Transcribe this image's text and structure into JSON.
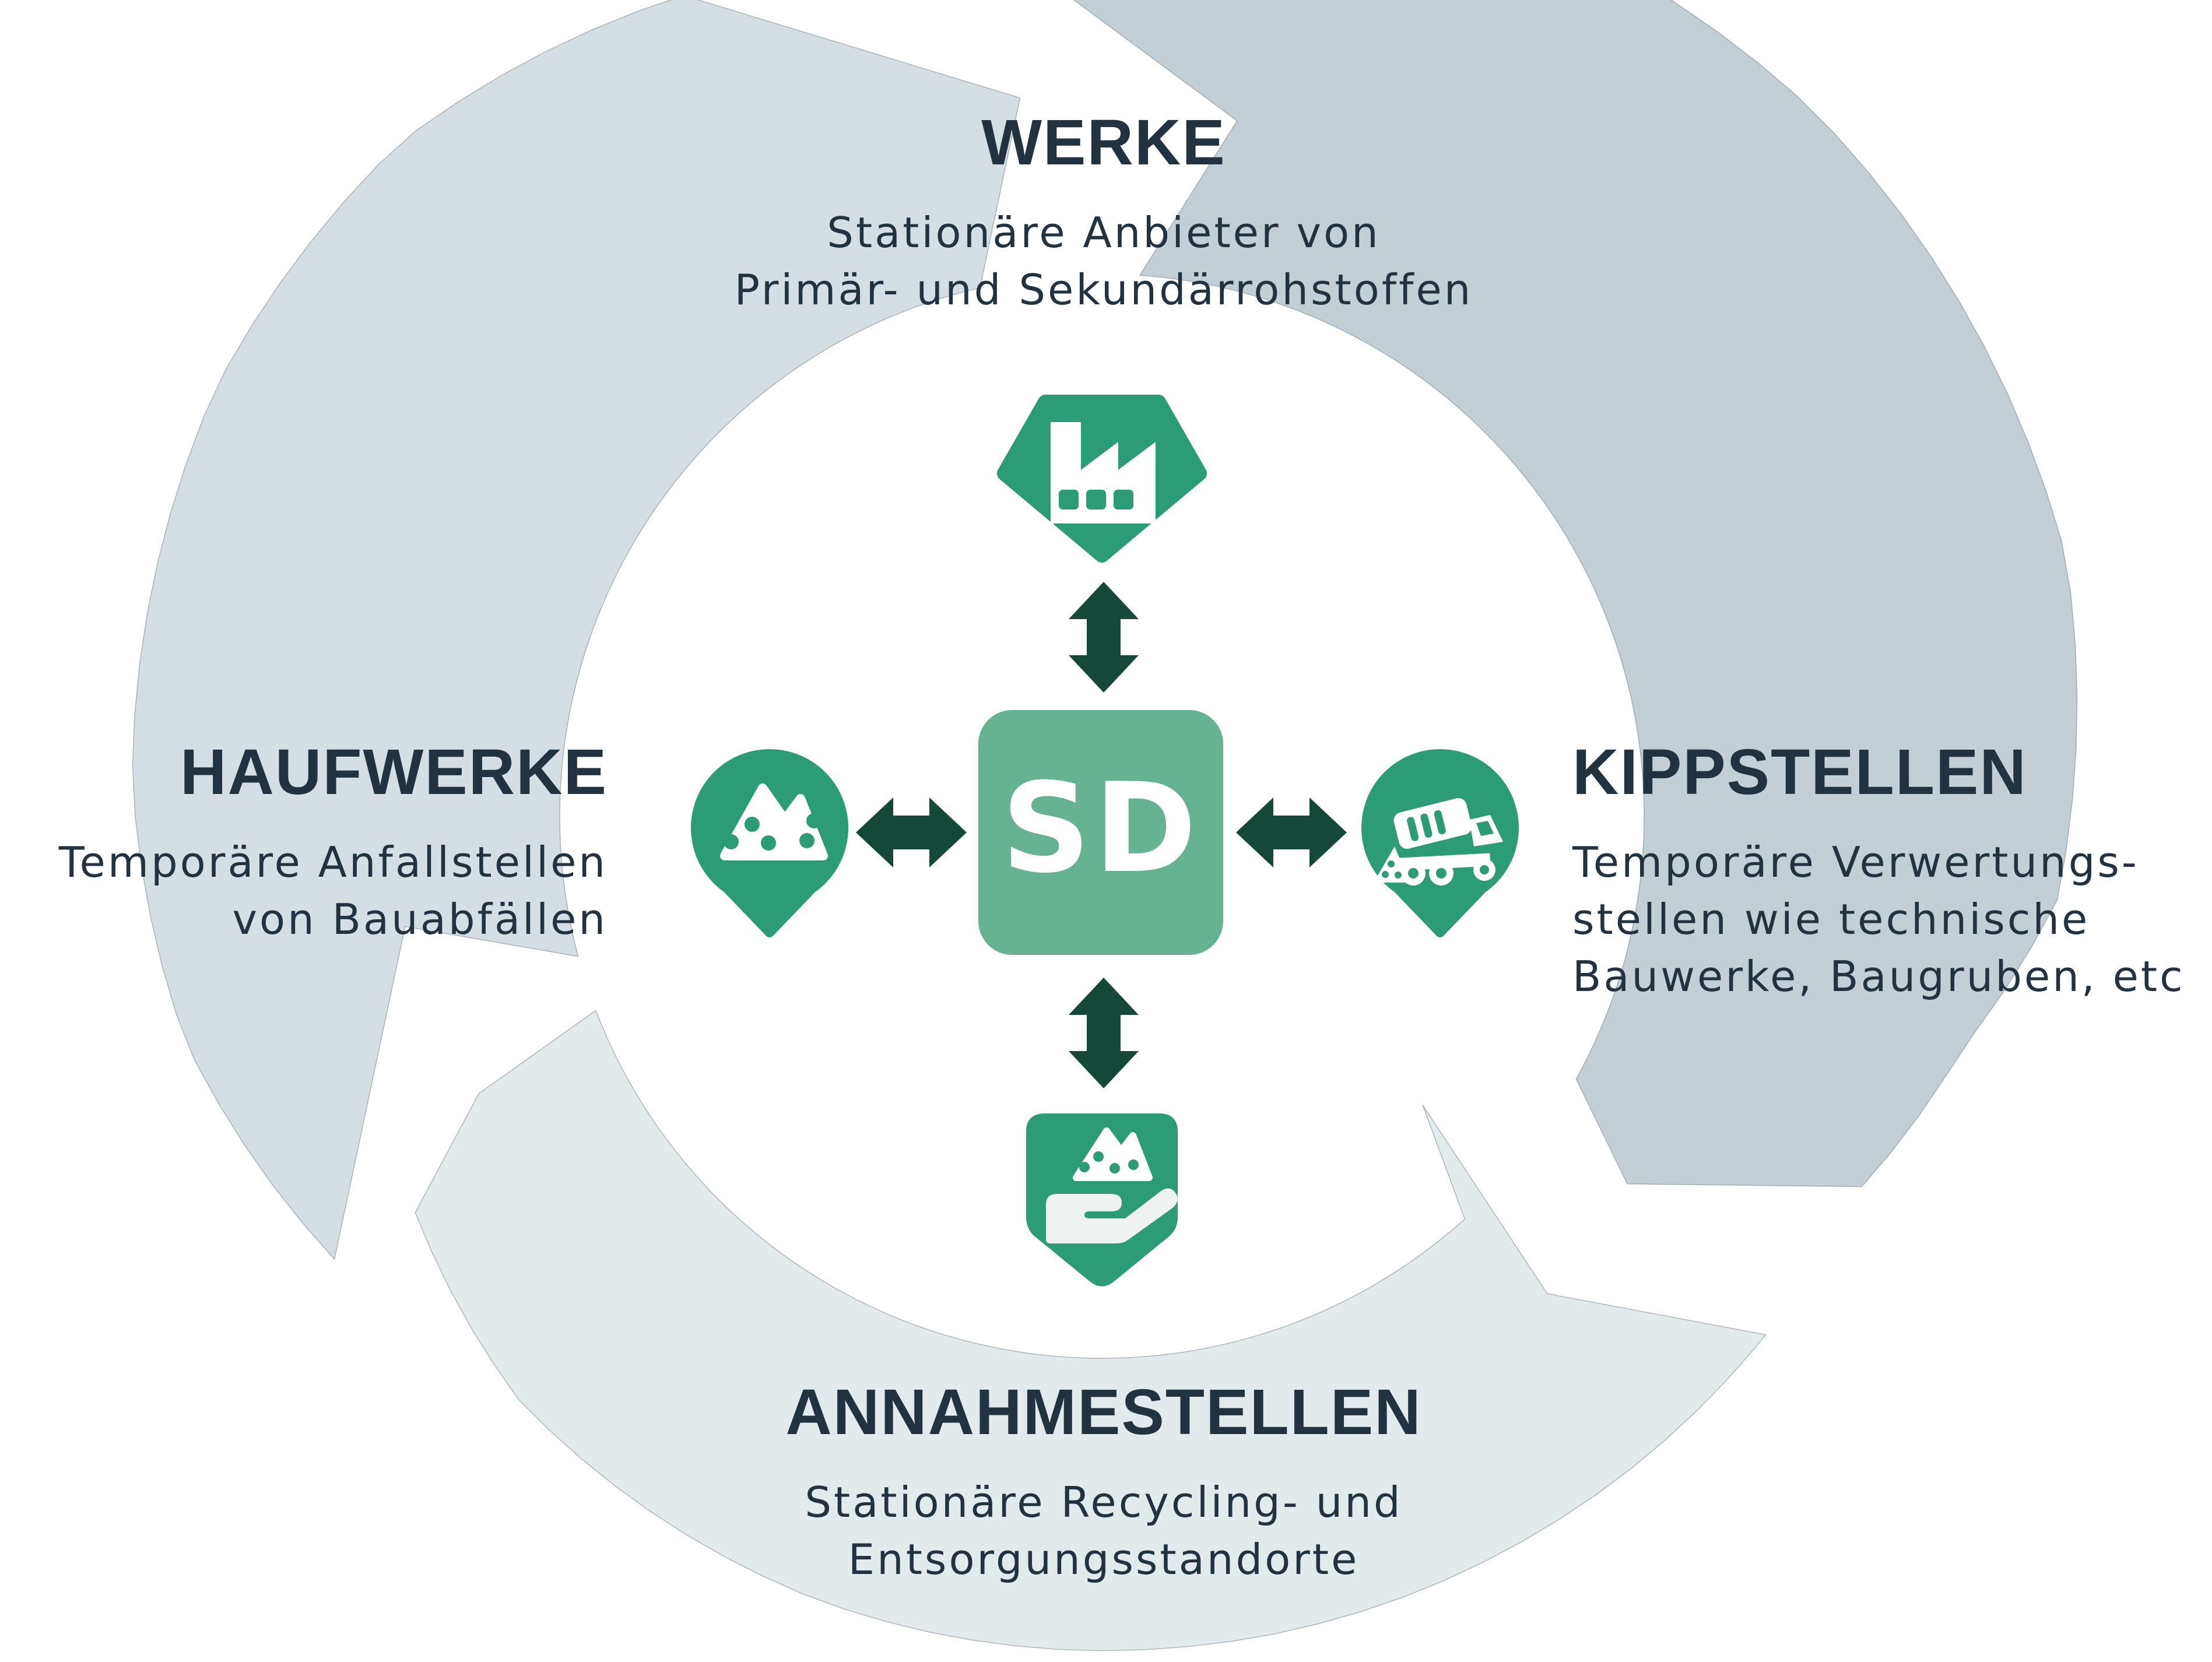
{
  "diagram": {
    "center": {
      "label": "SD",
      "icon": "sd-badge"
    },
    "sections": {
      "werke": {
        "title": "WERKE",
        "lines": [
          "Stationäre Anbieter von",
          "Primär- und Sekundärrohstoffen"
        ],
        "icon": "factory-icon"
      },
      "kippstellen": {
        "title": "KIPPSTELLEN",
        "lines": [
          "Temporäre Verwertungs-",
          "stellen wie technische",
          "Bauwerke, Baugruben, etc"
        ],
        "icon": "dump-truck-icon"
      },
      "annahmestellen": {
        "title": "ANNAHMESTELLEN",
        "lines": [
          "Stationäre Recycling- und",
          "Entsorgungsstandorte"
        ],
        "icon": "hand-receiving-material-icon"
      },
      "haufwerke": {
        "title": "HAUFWERKE",
        "lines": [
          "Temporäre Anfallstellen",
          "von Bauabfällen"
        ],
        "icon": "gravel-pile-icon"
      }
    },
    "colors": {
      "pin_green": "#2b9c75",
      "center_green": "#65b392",
      "arrow_green": "#154838",
      "arc_left": "#d5dee3",
      "arc_right": "#c4ced5",
      "arc_bottom": "#e3eaec",
      "text_dark": "#22323e"
    }
  }
}
